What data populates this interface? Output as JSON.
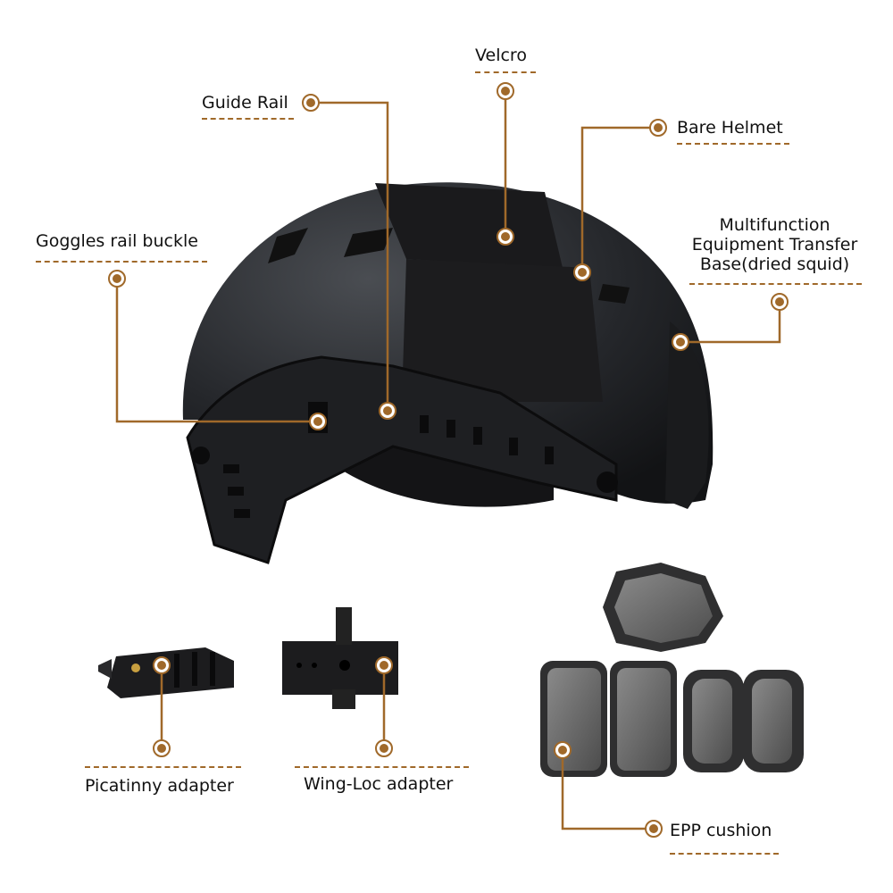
{
  "accent_color": "#a0692a",
  "labels": {
    "velcro": "Velcro",
    "guide_rail": "Guide Rail",
    "bare_helmet": "Bare Helmet",
    "multifunction_line1": "Multifunction",
    "multifunction_line2": "Equipment Transfer",
    "multifunction_line3": "Base(dried squid)",
    "goggles": "Goggles rail buckle",
    "picatinny": "Picatinny adapter",
    "wingloc": "Wing-Loc adapter",
    "epp": "EPP cushion"
  }
}
